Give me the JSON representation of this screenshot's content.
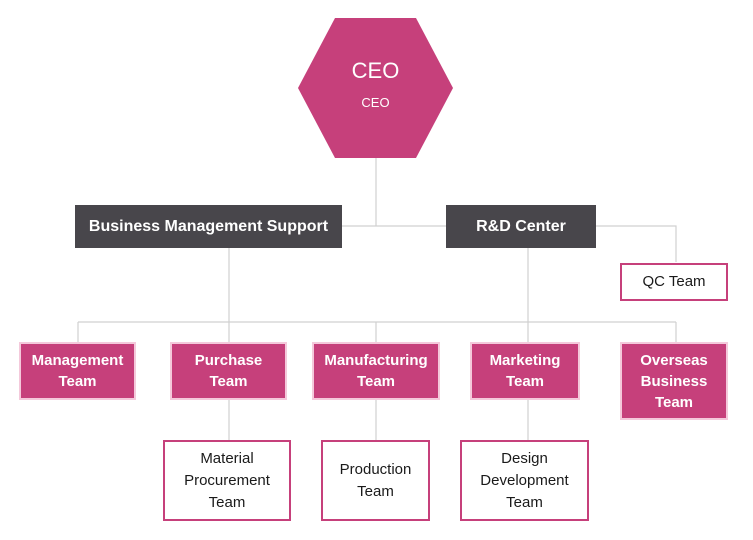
{
  "colors": {
    "accent": "#c6407b",
    "dark": "#48464b",
    "connector": "#d0d0d0"
  },
  "ceo": {
    "title": "CEO",
    "subtitle": "CEO"
  },
  "divisions": {
    "business_management_support": "Business Management Support",
    "rnd_center": "R&D Center"
  },
  "qc_team": "QC Team",
  "teams": {
    "management": "Management\nTeam",
    "purchase": "Purchase\nTeam",
    "manufacturing": "Manufacturing\nTeam",
    "marketing": "Marketing\nTeam",
    "overseas_business": "Overseas\nBusiness\nTeam"
  },
  "sub_teams": {
    "material_procurement": "Material\nProcurement\nTeam",
    "production": "Production\nTeam",
    "design_development": "Design\nDevelopment\nTeam"
  }
}
